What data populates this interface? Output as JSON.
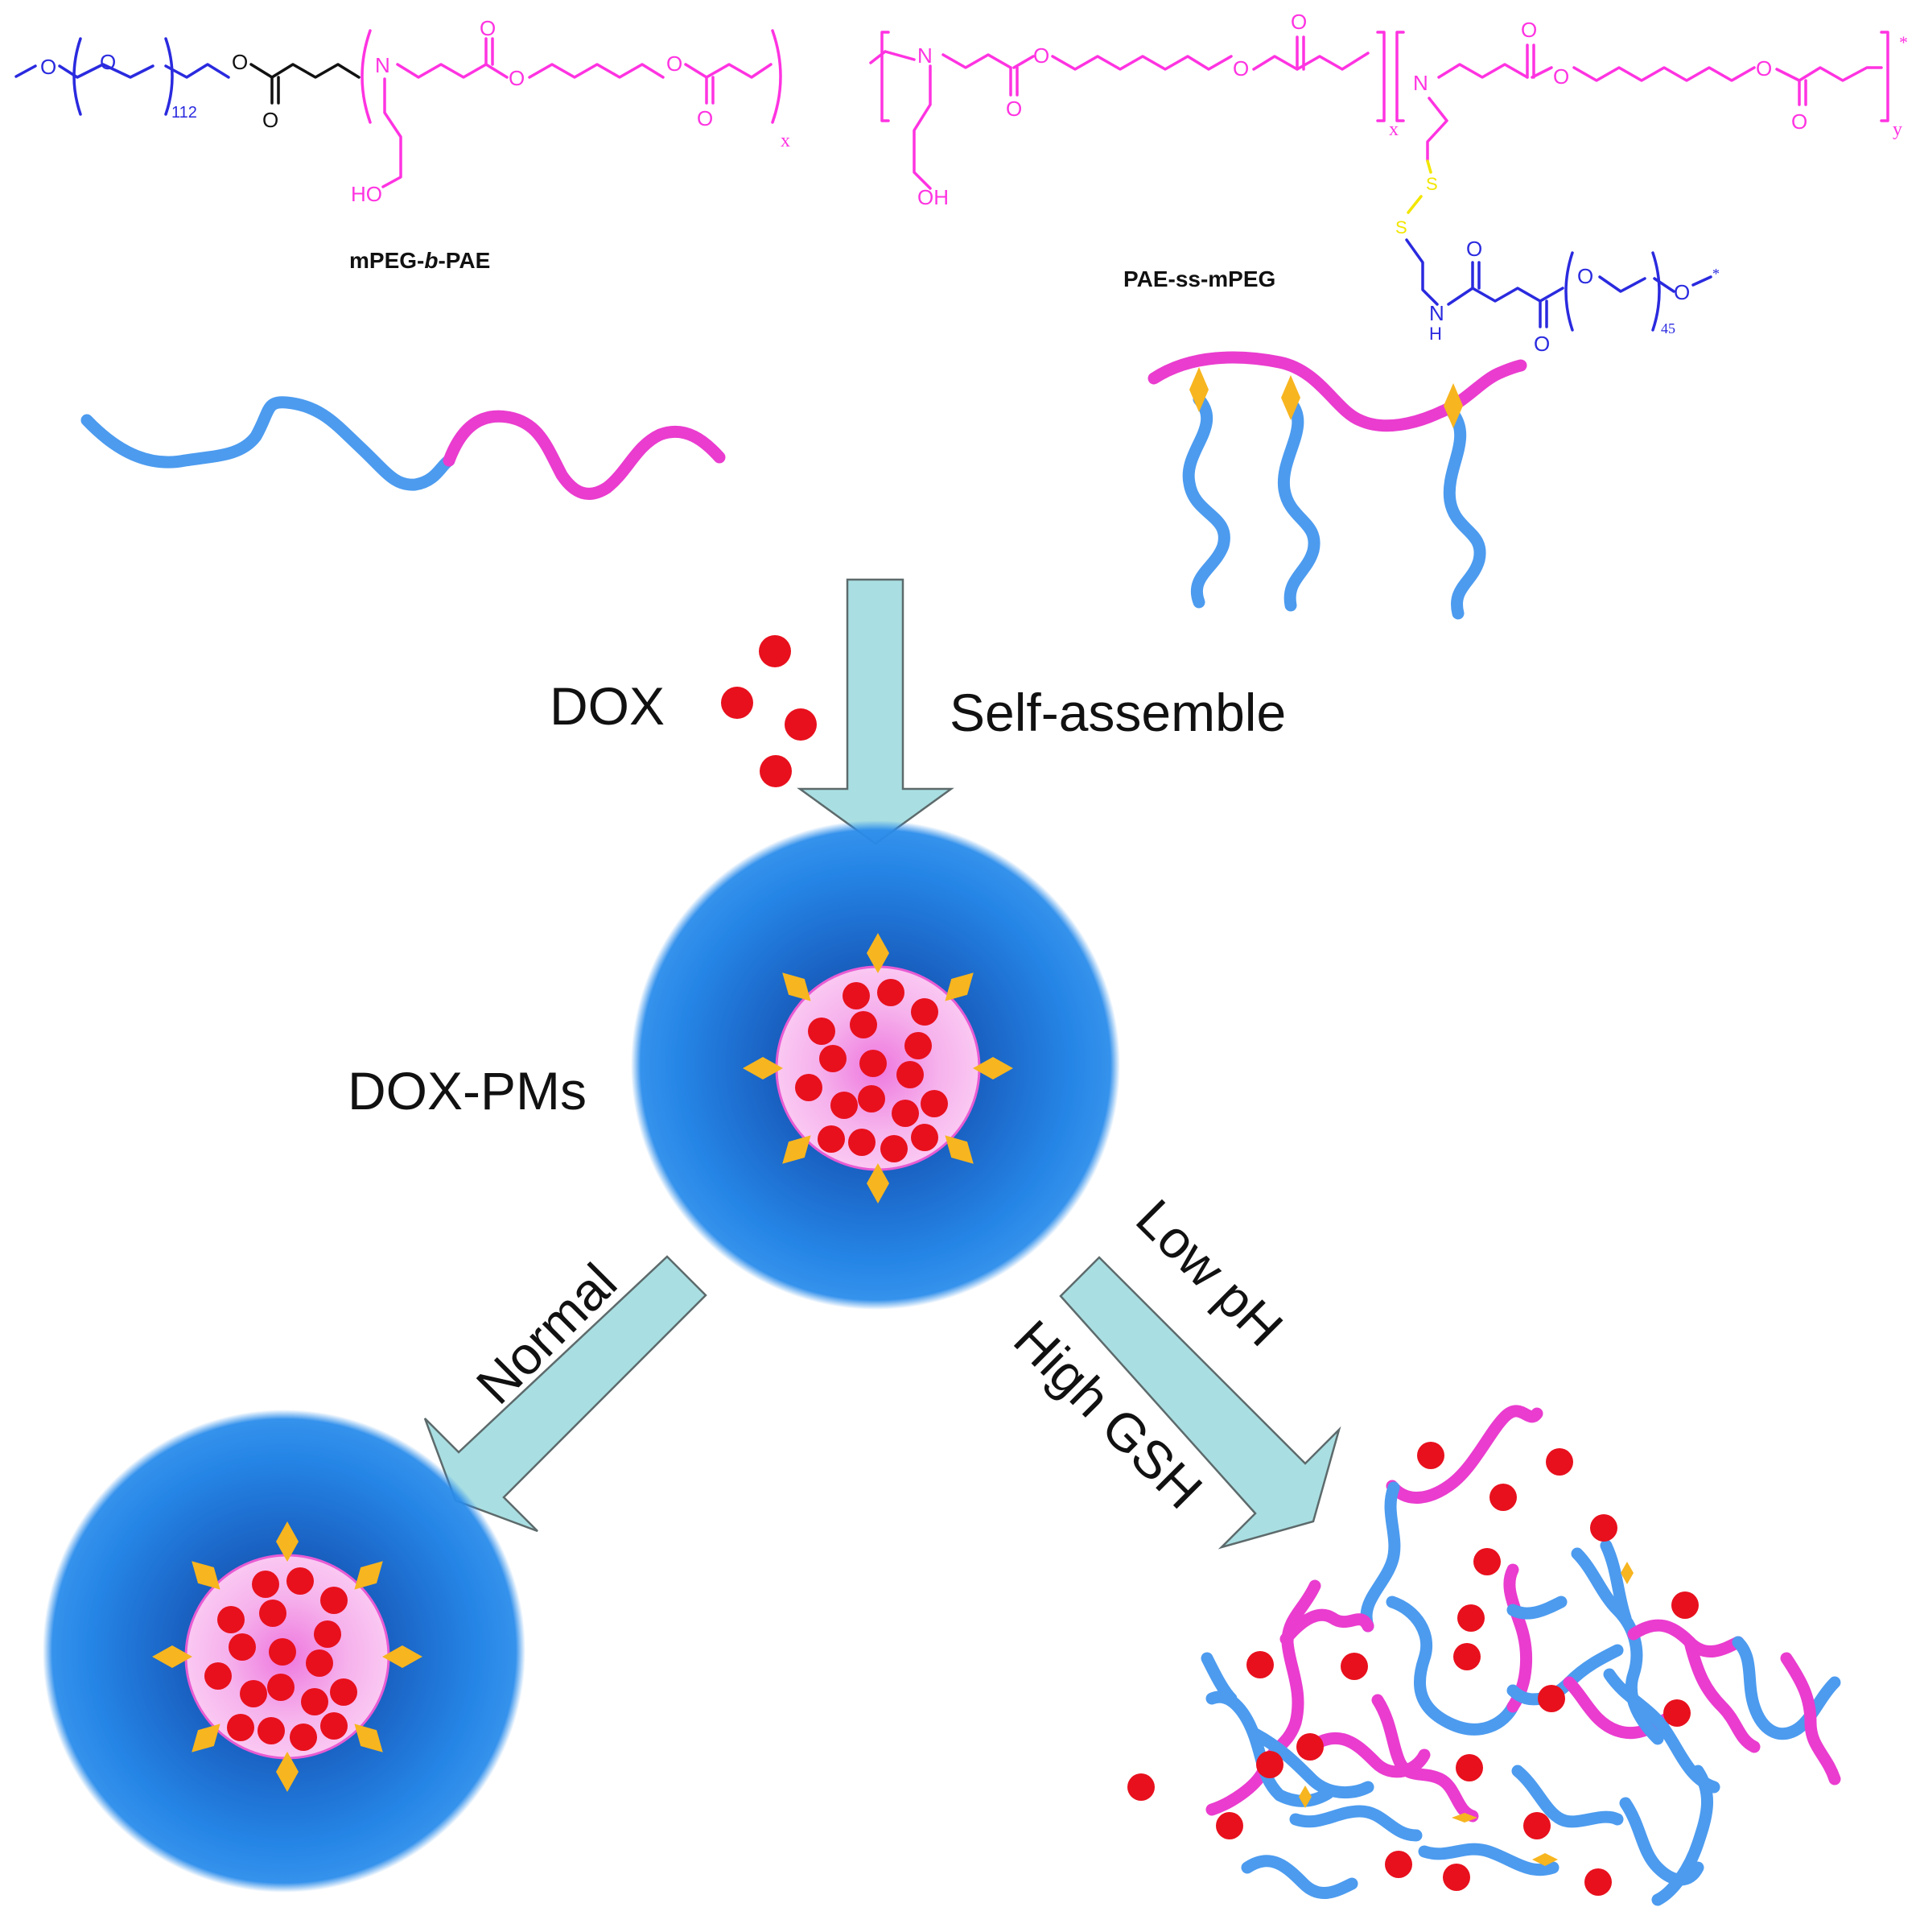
{
  "labels": {
    "polymer_a": "mPEG-b-PAE",
    "polymer_a_parts": [
      "mPEG-",
      "b",
      "-PAE"
    ],
    "polymer_b": "PAE-ss-mPEG",
    "dox": "DOX",
    "self_assemble": "Self-assemble",
    "micelle": "DOX-PMs",
    "normal": "Normal",
    "low_ph": "Low pH",
    "high_gsh": "High GSH"
  },
  "chem_text": {
    "atom_o": "O",
    "atom_n": "N",
    "atom_s": "S",
    "atom_h": "H",
    "atom_ho": "HO",
    "atom_oh": "OH",
    "sub_112": "112",
    "sub_45": "45",
    "sub_x": "x",
    "sub_y": "y",
    "star": "*"
  },
  "colors": {
    "pae_segment": "#ea3ccf",
    "peg_segment": "#4c9bef",
    "disulfide_linker": "#f7b51f",
    "dox_drug": "#e8101d",
    "micelle_shell": "#1e7be0",
    "micelle_core": "#f7b8ee",
    "arrow_fill": "#a9dfe3",
    "chem_pae": "#ff33e1",
    "chem_peg": "#2a2adf",
    "chem_sulfur": "#f2e600"
  }
}
